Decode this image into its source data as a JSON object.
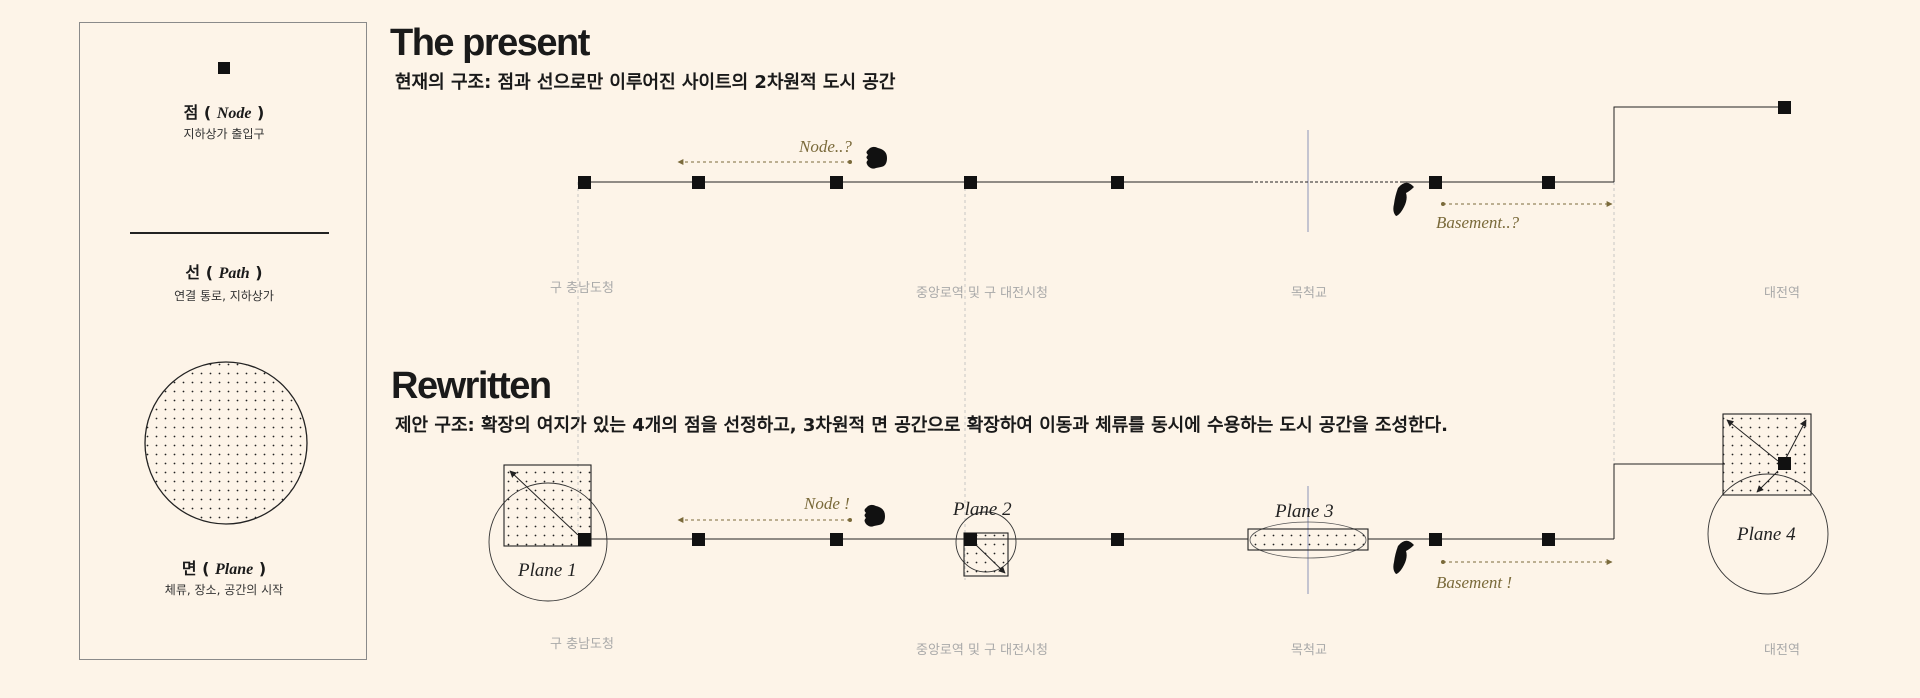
{
  "legend": {
    "node": {
      "title": "점",
      "term": "Node",
      "desc": "지하상가 출입구",
      "icon": "square-node-icon"
    },
    "path": {
      "title": "선",
      "term": "Path",
      "desc": "연결 통로, 지하상가",
      "icon": "line-path-icon"
    },
    "plane": {
      "title": "면",
      "term": "Plane",
      "desc": "체류, 장소, 공간의 시작",
      "icon": "dotted-circle-plane-icon"
    }
  },
  "present": {
    "title": "The present",
    "subtitle": "현재의 구조: 점과 선으로만 이루어진 사이트의 2차원적 도시 공간",
    "node_annotation": "Node..?",
    "basement_annotation": "Basement..?",
    "stations": [
      "구 충남도청",
      "중앙로역 및 구 대전시청",
      "목척교",
      "대전역"
    ]
  },
  "rewritten": {
    "title": "Rewritten",
    "subtitle": "제안 구조: 확장의 여지가 있는 4개의 점을 선정하고, 3차원적 면 공간으로 확장하여 이동과 체류를 동시에 수용하는 도시 공간을 조성한다.",
    "node_annotation": "Node !",
    "basement_annotation": "Basement !",
    "planes": [
      "Plane 1",
      "Plane 2",
      "Plane 3",
      "Plane 4"
    ],
    "stations": [
      "구 충남도청",
      "중앙로역 및 구 대전시청",
      "목척교",
      "대전역"
    ]
  },
  "colors": {
    "background": "#fdf4e8",
    "annotation": "#7a6a3a",
    "station_label": "#a9a9a9",
    "line": "#222222"
  }
}
